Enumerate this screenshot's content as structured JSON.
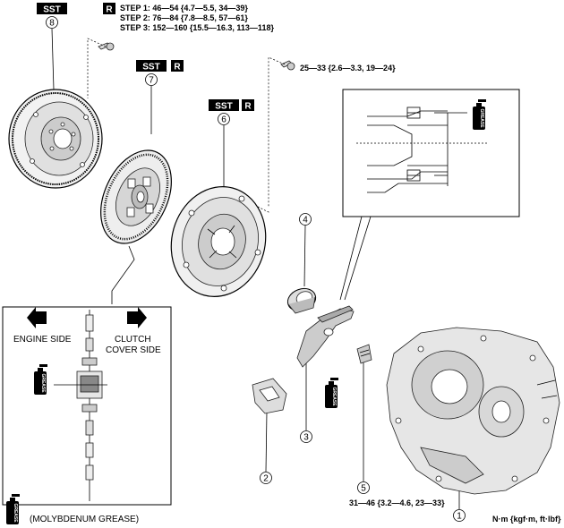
{
  "badges": {
    "sst": "SST",
    "r": "R"
  },
  "torque_flywheel": {
    "step1": "STEP 1: 46—54 {4.7—5.5, 34—39}",
    "step2": "STEP 2: 76—84 {7.8—8.5, 57—61}",
    "step3": "STEP 3: 152—160 {15.5—16.3, 113—118}"
  },
  "torque_cover": "25—33 {2.6—3.3, 19—24}",
  "torque_bolt": "31—46 {3.2—4.6, 23—33}",
  "parts": {
    "n1": "1",
    "n2": "2",
    "n3": "3",
    "n4": "4",
    "n5": "5",
    "n6": "6",
    "n7": "7",
    "n8": "8"
  },
  "inset": {
    "engine_side": "ENGINE SIDE",
    "clutch_cover_side_1": "CLUTCH",
    "clutch_cover_side_2": "COVER SIDE"
  },
  "grease_can_text": "GREASE",
  "legend": "(MOLYBDENUM GREASE)",
  "units": "N·m {kgf·m, ft·lbf}"
}
